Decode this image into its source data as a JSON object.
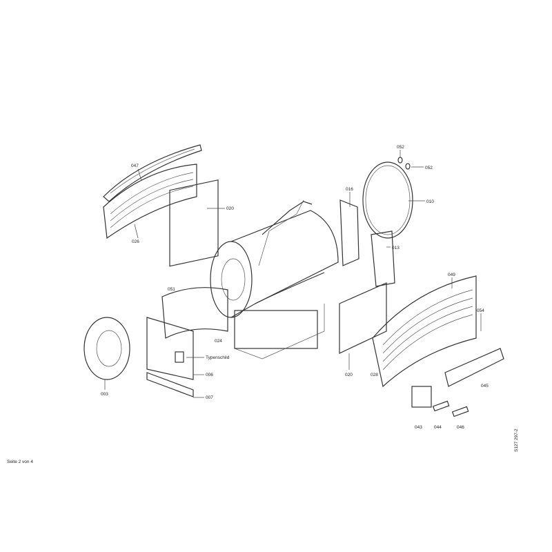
{
  "diagram": {
    "part_labels": {
      "p047": "047",
      "p026": "026",
      "p020a": "020",
      "p016": "016",
      "p052a": "052",
      "p052b": "052",
      "p010": "010",
      "p013": "013",
      "p049": "049",
      "p054": "054",
      "p051": "051",
      "p024": "024",
      "p003": "003",
      "typenschild": "Typenschild",
      "p006": "006",
      "p007": "007",
      "p020b": "020",
      "p028": "028",
      "p045": "045",
      "p043": "043",
      "p044": "044",
      "p046": "046"
    }
  },
  "footer": {
    "page_info": "Seite 2 von 4",
    "drawing_number": "S127 297-2"
  }
}
